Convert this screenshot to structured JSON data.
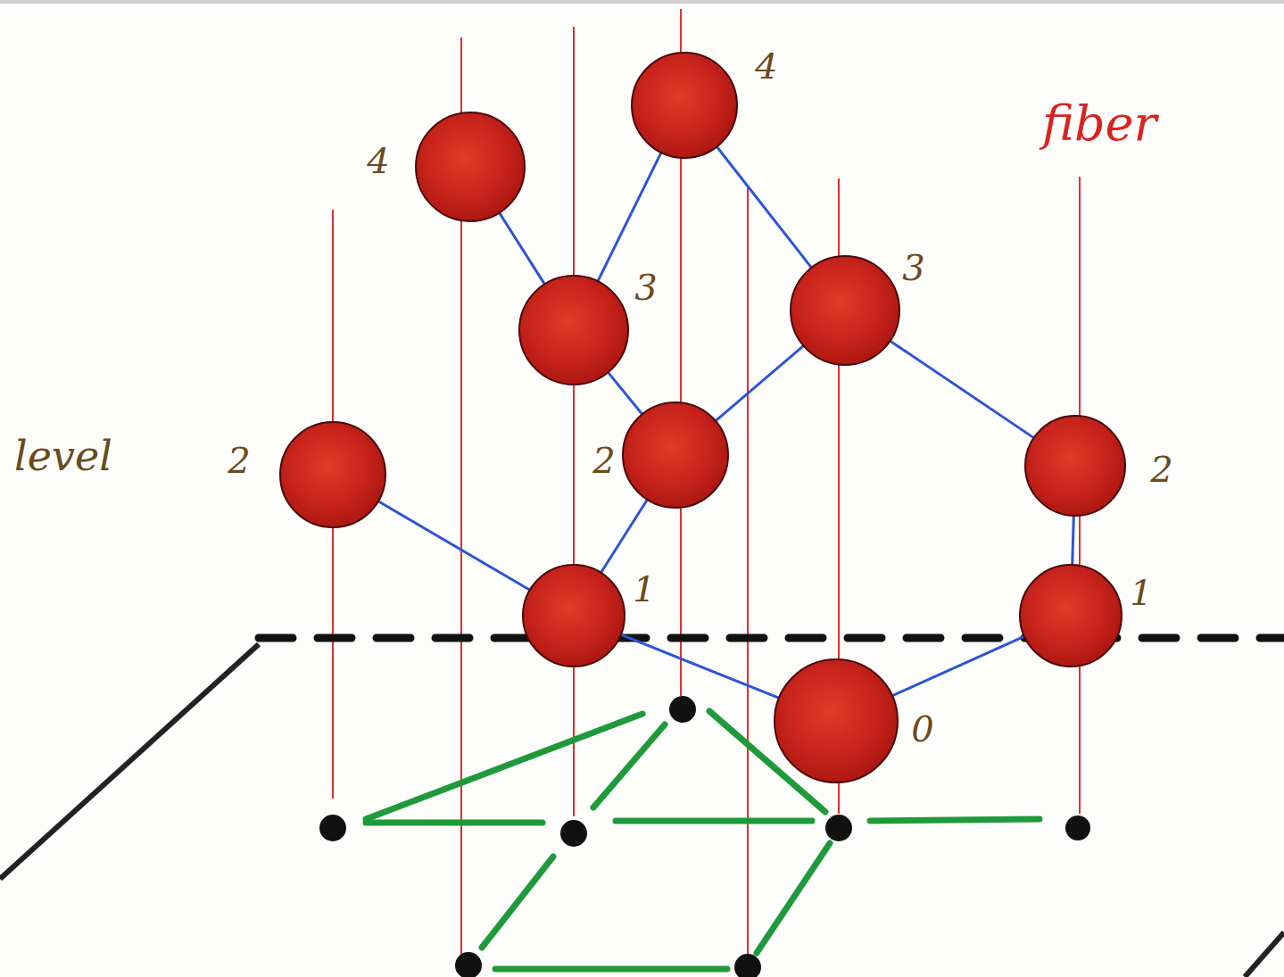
{
  "diagram": {
    "nodes": [
      {
        "text": [
          "4"
        ]
      },
      {
        "text": [
          "4"
        ]
      },
      {
        "text": [
          "3"
        ]
      },
      {
        "text": [
          "3"
        ]
      },
      {
        "text": [
          "2"
        ]
      },
      {
        "text": [
          "2"
        ]
      },
      {
        "text": [
          "2"
        ]
      },
      {
        "text": [
          "1"
        ]
      },
      {
        "text": [
          "1"
        ]
      },
      {
        "text": [
          "0"
        ]
      }
    ],
    "edges": [
      {
        "from": 0,
        "to": 2,
        "arrow": "none"
      },
      {
        "from": 1,
        "to": 2,
        "arrow": "none"
      },
      {
        "from": 1,
        "to": 3,
        "arrow": "none"
      },
      {
        "from": 2,
        "to": 5,
        "arrow": "none"
      },
      {
        "from": 3,
        "to": 5,
        "arrow": "none"
      },
      {
        "from": 3,
        "to": 6,
        "arrow": "none"
      },
      {
        "from": 4,
        "to": 7,
        "arrow": "none"
      },
      {
        "from": 5,
        "to": 7,
        "arrow": "none"
      },
      {
        "from": 6,
        "to": 8,
        "arrow": "none"
      },
      {
        "from": 7,
        "to": 9,
        "arrow": "none"
      },
      {
        "from": 9,
        "to": 8,
        "arrow": "none"
      }
    ],
    "labels": [
      "level",
      "fiber"
    ]
  }
}
